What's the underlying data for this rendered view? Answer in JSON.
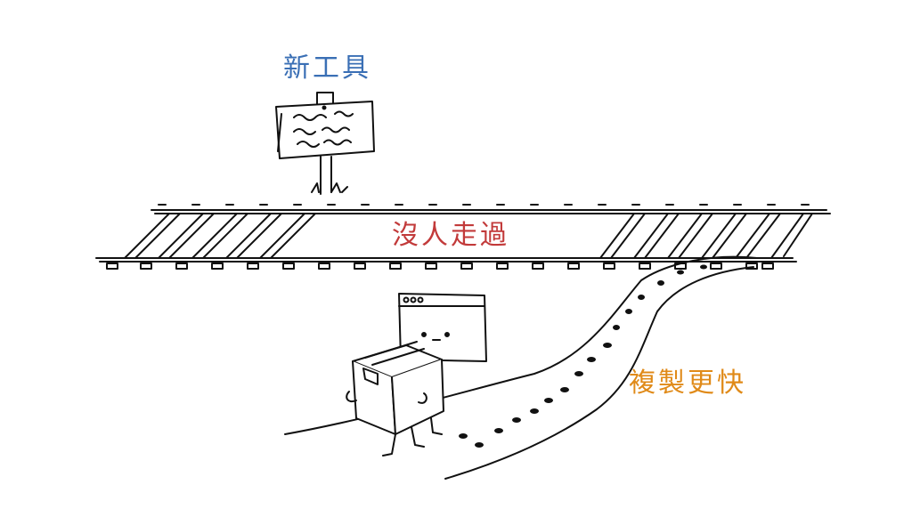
{
  "labels": {
    "new_tool": "新工具",
    "untraveled": "沒人走過",
    "copy_faster": "複製更快"
  },
  "colors": {
    "new_tool": "#3a6fb5",
    "untraveled": "#c23a3a",
    "copy_faster": "#e08a18",
    "ink": "#111111"
  },
  "icons": [
    "signpost-icon",
    "railway-track-icon",
    "box-character-icon",
    "footprint-path-icon"
  ]
}
